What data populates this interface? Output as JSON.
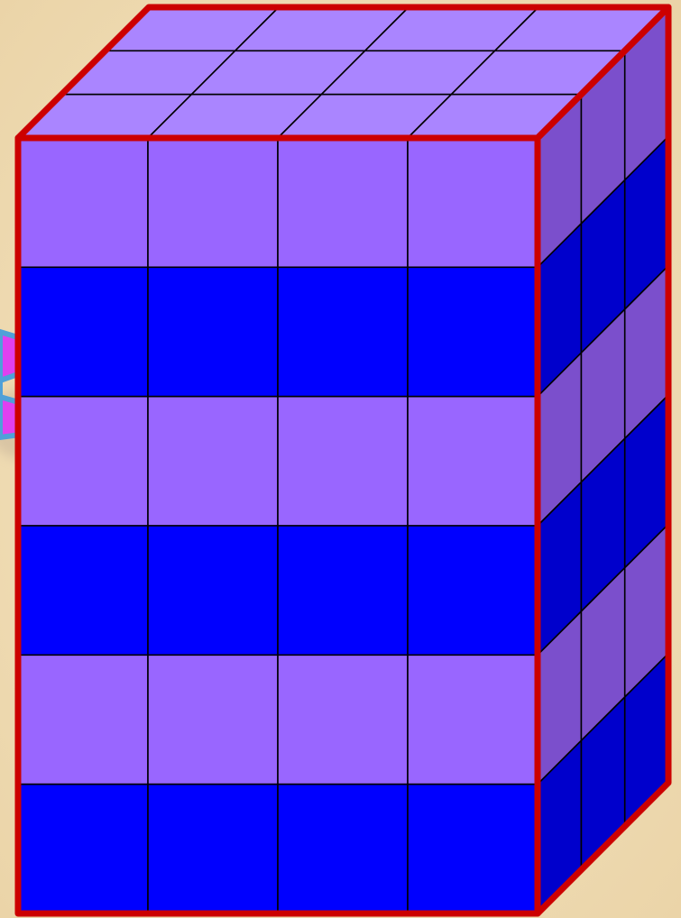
{
  "diagram": {
    "kind": "unit-cube-rectangular-prism",
    "cubes": {
      "columns": 4,
      "depth": 3,
      "layers": 6,
      "total": 72
    },
    "layer_colors_top_to_bottom": [
      "violet",
      "blue",
      "violet",
      "blue",
      "violet",
      "blue"
    ],
    "outline_color": "#cc0000",
    "background_color": "#f0dcb0",
    "pointer": {
      "icon": "arrow-pointer-icon",
      "shape": "two-pronged star tip",
      "fill": "#e040f0",
      "edge": "#4fa0d8"
    }
  },
  "palette": {
    "top_face": "#aa85ff",
    "violet_front": "#9966ff",
    "violet_side": "#7b4fcc",
    "blue_front": "#0000ff",
    "blue_side": "#0000cc",
    "grid_line": "#000000"
  }
}
